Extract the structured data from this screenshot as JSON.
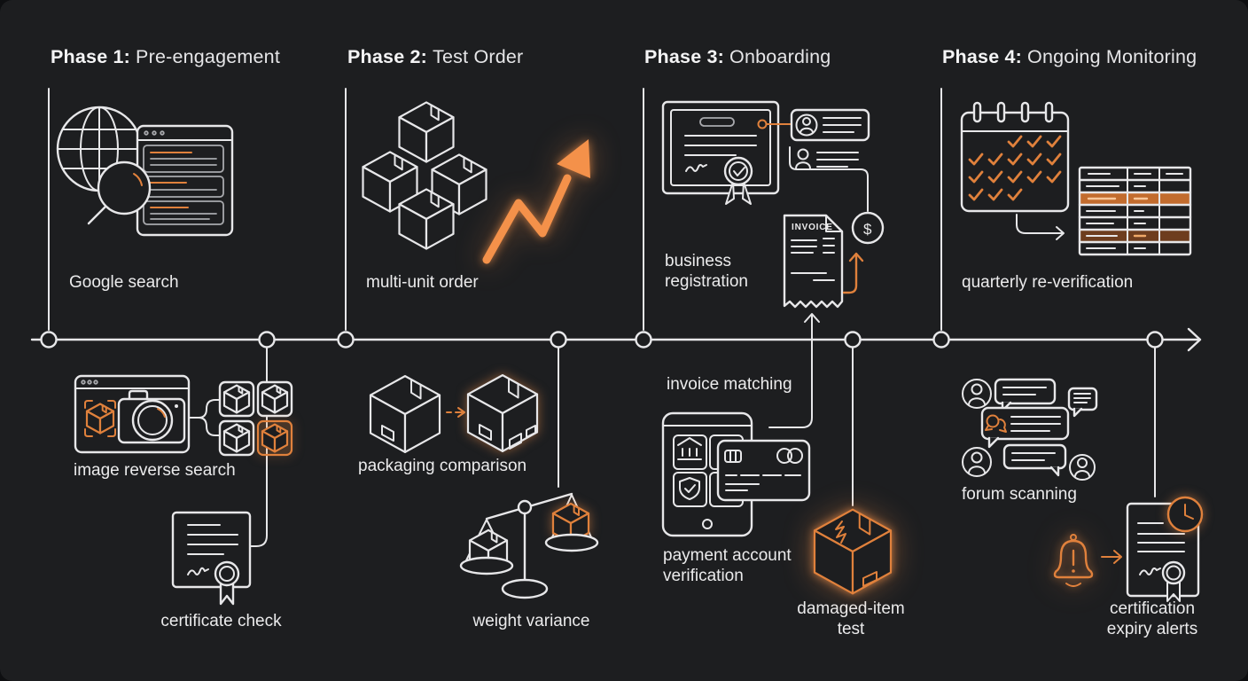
{
  "theme": {
    "background": "#1d1e20",
    "line_color": "#e7e7e9",
    "accent_orange": "#e0813c",
    "accent_bright": "#f4914a",
    "accent_dark_row": "#6e3d1e",
    "bright_row": "#c26c2e",
    "text_color": "#ebebec"
  },
  "phases": [
    {
      "label_strong": "Phase 1:",
      "name": "Pre-engagement",
      "items": [
        {
          "label": "Google search"
        },
        {
          "label": "image reverse search"
        },
        {
          "label": "certificate check"
        }
      ]
    },
    {
      "label_strong": "Phase 2:",
      "name": "Test Order",
      "items": [
        {
          "label": "multi-unit order"
        },
        {
          "label": "packaging comparison"
        },
        {
          "label": "weight variance"
        }
      ]
    },
    {
      "label_strong": "Phase 3:",
      "name": "Onboarding",
      "items": [
        {
          "label": "business registration"
        },
        {
          "label": "invoice matching"
        },
        {
          "label": "payment account verification"
        },
        {
          "label": "damaged-item test"
        }
      ]
    },
    {
      "label_strong": "Phase 4:",
      "name": "Ongoing Monitoring",
      "items": [
        {
          "label": "quarterly re-verification"
        },
        {
          "label": "forum scanning"
        },
        {
          "label": "certification expiry alerts"
        }
      ]
    }
  ],
  "icon_text": {
    "invoice_title": "INVOICE",
    "dollar_sign": "$"
  }
}
